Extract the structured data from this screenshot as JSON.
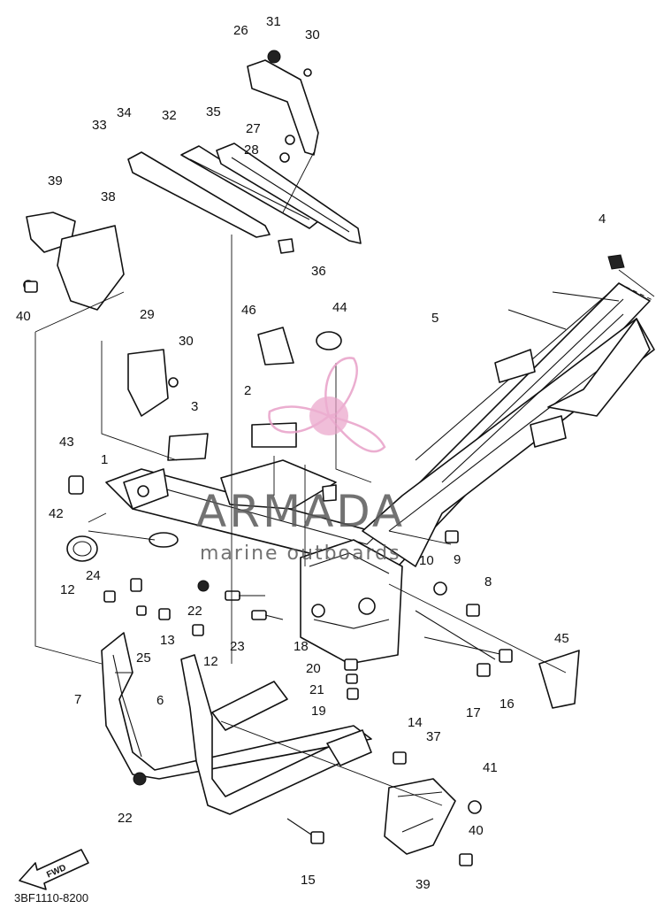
{
  "diagram_code": "3BF1110-8200",
  "fwd_label": "FWD",
  "watermark": {
    "brand": "ARMADA",
    "tagline": "marine outboards",
    "color": "#e8a0c8"
  },
  "callouts": [
    "1",
    "2",
    "3",
    "4",
    "5",
    "6",
    "7",
    "8",
    "9",
    "10",
    "12",
    "12",
    "13",
    "14",
    "15",
    "16",
    "17",
    "18",
    "19",
    "20",
    "21",
    "22",
    "22",
    "23",
    "24",
    "25",
    "26",
    "27",
    "28",
    "29",
    "30",
    "30",
    "31",
    "32",
    "33",
    "34",
    "35",
    "36",
    "37",
    "38",
    "39",
    "39",
    "40",
    "40",
    "41",
    "42",
    "43",
    "44",
    "45",
    "46"
  ]
}
